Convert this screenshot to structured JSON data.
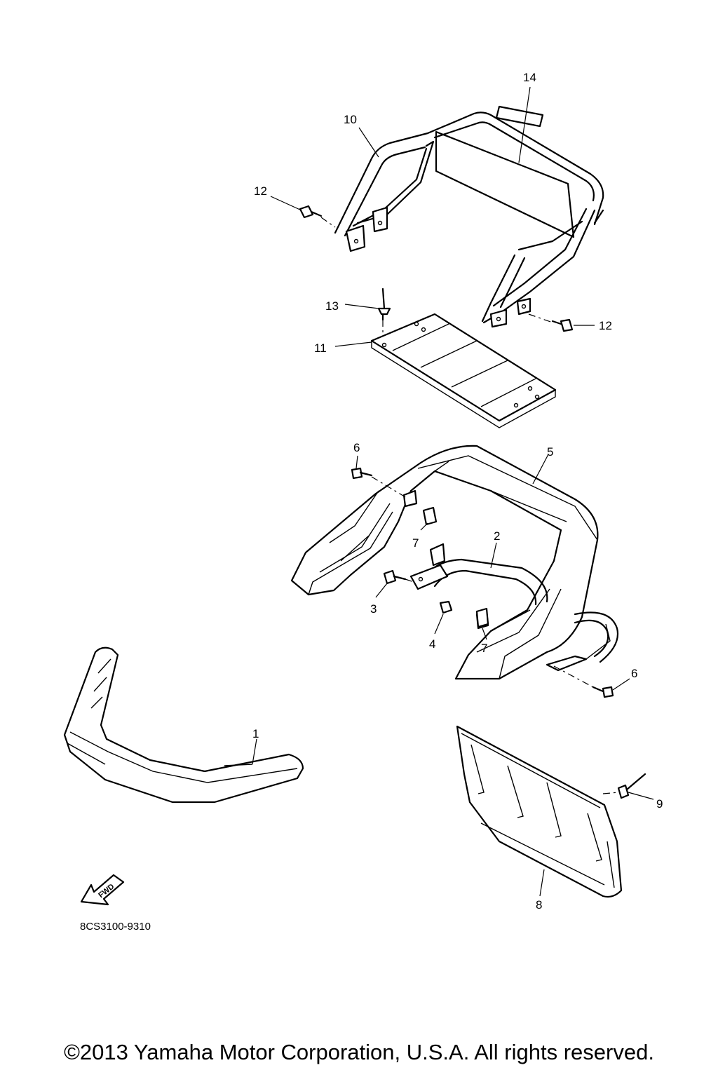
{
  "diagram": {
    "callouts": {
      "c1": "1",
      "c2": "2",
      "c3": "3",
      "c4": "4",
      "c5": "5",
      "c6a": "6",
      "c6b": "6",
      "c7a": "7",
      "c7b": "7",
      "c8": "8",
      "c9": "9",
      "c10": "10",
      "c11": "11",
      "c12a": "12",
      "c12b": "12",
      "c13": "13",
      "c14": "14"
    },
    "fwd_label": "FWD",
    "diagram_code": "8CS3100-9310",
    "line_color": "#000000",
    "background": "#ffffff"
  },
  "footer": {
    "copyright": "©2013 Yamaha Motor Corporation, U.S.A. All rights reserved."
  }
}
